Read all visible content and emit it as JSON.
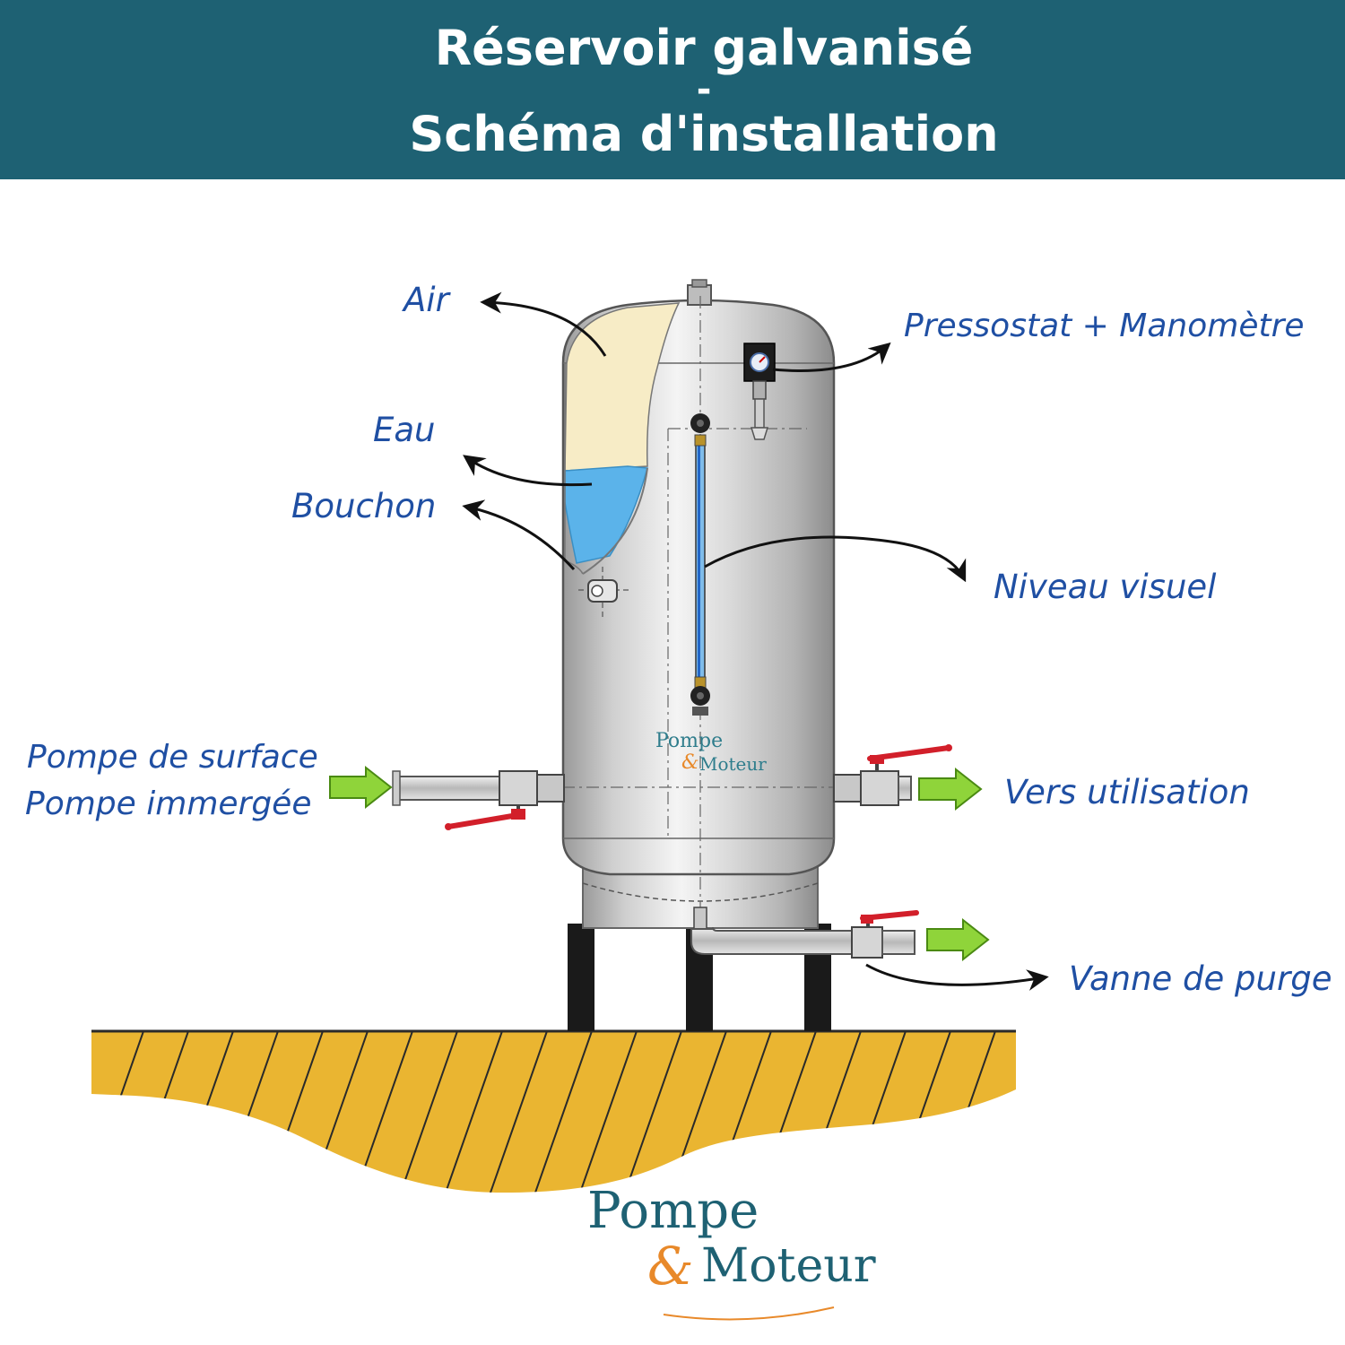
{
  "header": {
    "line1": "Réservoir galvanisé",
    "line2": "-",
    "line3": "Schéma d'installation"
  },
  "labels": {
    "air": "Air",
    "eau": "Eau",
    "bouchon": "Bouchon",
    "pressostat": "Pressostat + Manomètre",
    "niveau": "Niveau visuel",
    "pompe_surface": "Pompe de surface",
    "pompe_immergee": "Pompe immergée",
    "vers_utilisation": "Vers utilisation",
    "vanne_purge": "Vanne de purge"
  },
  "logo": {
    "line1": "Pompe",
    "ampersand": "&",
    "line2": "Moteur"
  },
  "colors": {
    "header_bg": "#1e6173",
    "label_text": "#1f4fa3",
    "arrow_green": "#8fd43a",
    "water": "#5bb3ea",
    "air": "#f7ecc6",
    "ground": "#eab531",
    "valve_handle": "#d21f2a"
  }
}
